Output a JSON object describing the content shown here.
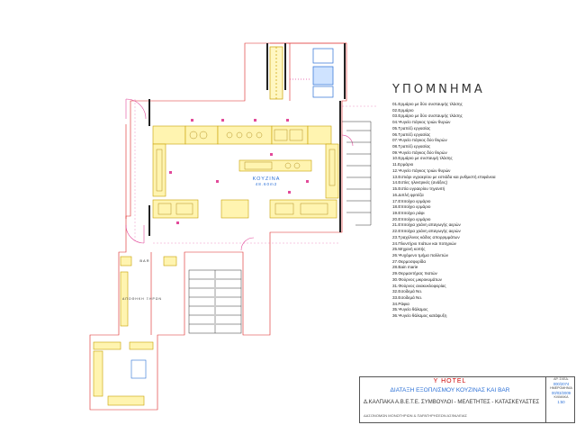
{
  "legend": {
    "title": "ΥΠΟΜΝΗΜΑ",
    "items": [
      "01.Ερμάριο με δύο συσταυμής τλάσης",
      "02.Ερμάριο",
      "03.Ερμάριο με δύο συσταυμής τλάσης",
      "04.Ψυγείο πάγκος τριών θυρών",
      "05.Τραπέζι εργασίας",
      "06.Τραπέζι εργασίας",
      "07.Ψυγείο πάγκος δύο θυρών",
      "08.Τραπέζι εργασίας",
      "09.Ψυγείο πάγκος δύο θυρών",
      "10.Ερμάριο με συσταυμή τλάσης",
      "11.Ερμάριο",
      "12.Ψυγείο πάγκος τριών θυρών",
      "13.Εστιάρι υγραερίου με εστιάδα και ρυθμιστή επιφάνεια",
      "14.Εστίες ηλεκτρικές (ανάξεις)",
      "15.Εστία υγραερίου τηγανιτή",
      "16.Διπλή φριτέζα",
      "17.Επιτοίχιο ερμάριο",
      "18.Επιτοίχιο ερμάριο",
      "19.Επιτοίχιο ράφι",
      "20.Επιτοίχιο ερμάριο",
      "21.Επιτοίχια χοάνη απαγωγής αερών",
      "22.Επιτοίχια χοάνη απαγωγής αερών",
      "23.Τραχύλινος κάδος απορριμμάτων",
      "24.Πλυντήριο πιάτων και ποτηριών",
      "25.Μηχανή κοπής",
      "26.Ψυχόμενο τμήμα παλλετών",
      "27.Θερμοσφυρίδα",
      "28.Bain marie",
      "29.Θερμαντήρας πιατών",
      "30.Φούρνος μικροκυμάτων",
      "31.Φούρνος ανακυκλοφορίας",
      "32.Εσοδεμά No.",
      "33.Εσοδεμά No.",
      "34.Ράφια",
      "35.Ψυγείο θάλαμος",
      "36.Ψυγείο θάλαμος κατάψυξη"
    ]
  },
  "rooms": {
    "kitchen_name": "ΚΟΥΖΙΝΑ",
    "kitchen_area": "48.60m2",
    "small_room_1": "BAR",
    "small_room_2": "ΑΠΟΘΗΚΗ ΞΗΡΩΝ"
  },
  "title_block": {
    "hotel": "Y HOTEL",
    "drawing": "ΔΙΑΤΑΞΗ ΕΞΟΠΛΙΣΜΟΥ ΚΟΥΖΙΝΑΣ ΚΑΙ BAR",
    "company": "Δ.ΚΑΛΠΑΚΑ Α.Β.Ε.Τ.Ε. ΣΥΜΒΟΥΛΟΙ - ΜΕΛΕΤΗΤΕΣ - ΚΑΤΑΣΚΕΥΑΣΤΕΣ",
    "address": "ΔΑΣΟΝΟΜΩΝ ΜΟΝΩΤΗΡΙΩΝ & ΠΑΡΑΤΗΡΗΣΕΩΝ ΑΣΦΑΛΕΙΑΣ",
    "drawing_no_label": "ΑΡ. ΣΧΕΔ.",
    "drawing_no": "000/2074",
    "date_label": "ΗΜΕΡΟΜΗΝΙΑ",
    "date": "00/03/2009",
    "scale_label": "ΚΛΙΜΑΚΑ",
    "scale": "1:50"
  }
}
